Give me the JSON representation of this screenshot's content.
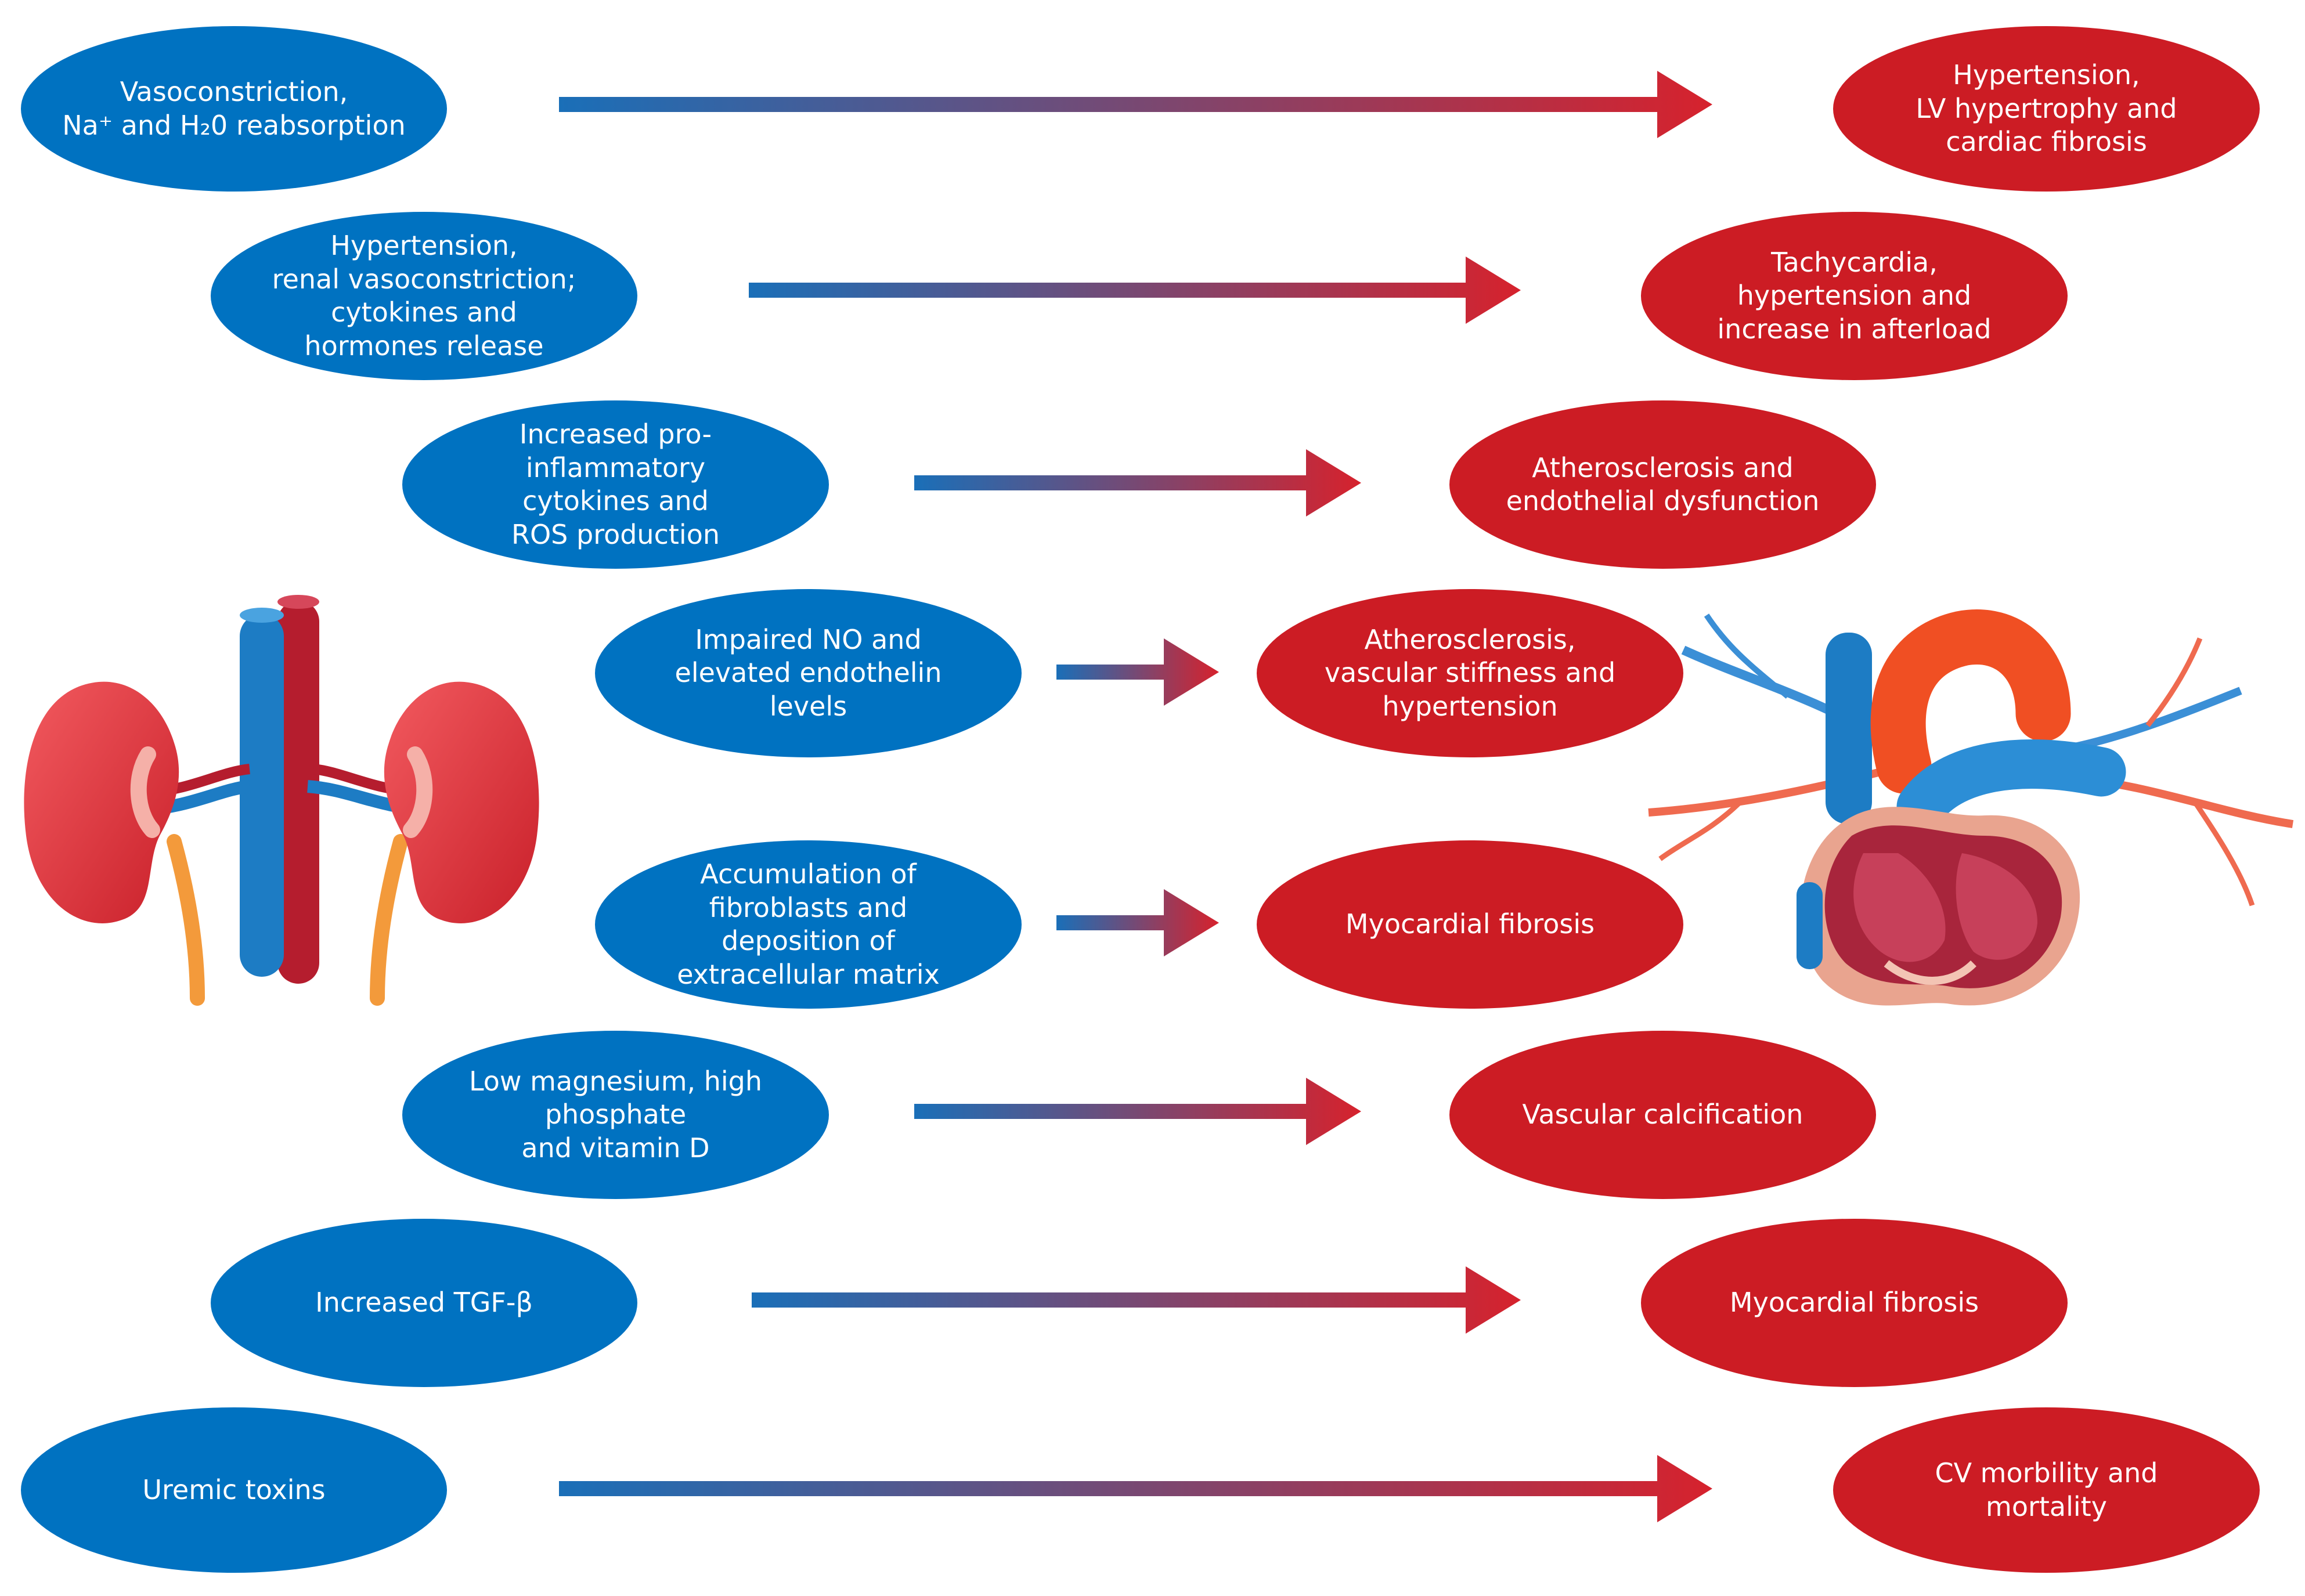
{
  "colors": {
    "cause": "#0072c1",
    "effect": "#cc1c24",
    "arrow_start": "#1a6fb8",
    "arrow_end": "#d6222d"
  },
  "illustrations": {
    "left": "kidneys-icon",
    "right": "heart-icon"
  },
  "rows": [
    {
      "cause": "Vasoconstriction,\nNa⁺ and H₂0 reabsorption",
      "effect": "Hypertension,\nLV hypertrophy and\ncardiac fibrosis"
    },
    {
      "cause": "Hypertension,\nrenal vasoconstriction;\ncytokines and\nhormones release",
      "effect": "Tachycardia, hypertension and\nincrease in afterload"
    },
    {
      "cause": "Increased pro-inflammatory\ncytokines and\nROS production",
      "effect": "Atherosclerosis and\nendothelial dysfunction"
    },
    {
      "cause": "Impaired NO and\nelevated endothelin levels",
      "effect": "Atherosclerosis,\nvascular stiffness and\nhypertension"
    },
    {
      "cause": "Accumulation of\nfibroblasts and deposition of\nextracellular matrix",
      "effect": "Myocardial fibrosis"
    },
    {
      "cause": "Low magnesium, high phosphate\nand vitamin D",
      "effect": "Vascular calcification"
    },
    {
      "cause": "Increased TGF-β",
      "effect": "Myocardial fibrosis"
    },
    {
      "cause": "Uremic toxins",
      "effect": "CV morbility and mortality"
    }
  ]
}
